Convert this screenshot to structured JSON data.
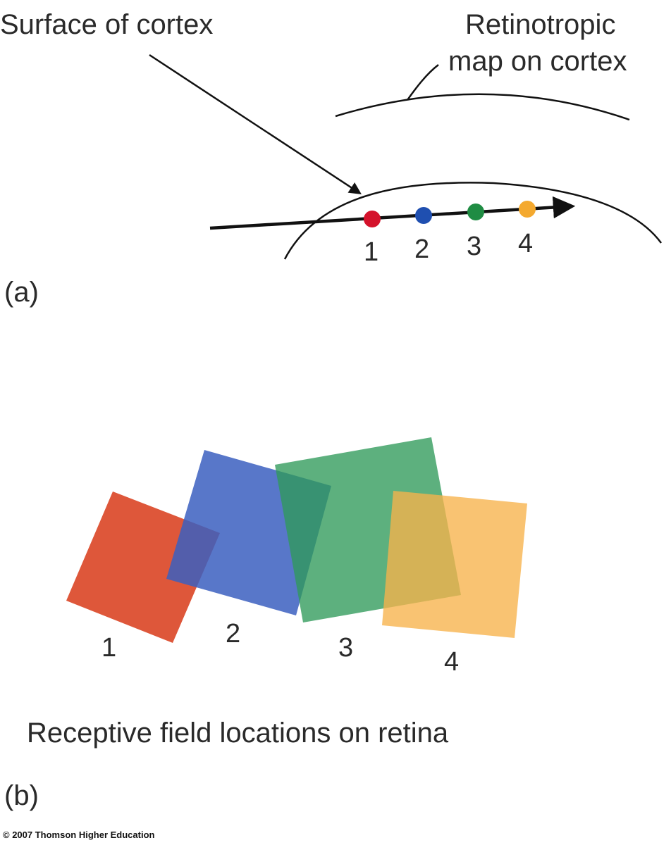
{
  "panel_a": {
    "panel_label": "(a)",
    "surface_label": "Surface of cortex",
    "map_label_line1": "Retinotropic",
    "map_label_line2": "map on cortex",
    "points": [
      {
        "label": "1",
        "color": "#d4122b"
      },
      {
        "label": "2",
        "color": "#1f4fb0"
      },
      {
        "label": "3",
        "color": "#1f8c43"
      },
      {
        "label": "4",
        "color": "#f4a92f"
      }
    ]
  },
  "panel_b": {
    "panel_label": "(b)",
    "caption": "Receptive field locations on retina",
    "fields": [
      {
        "label": "1",
        "color": "#d9401f"
      },
      {
        "label": "2",
        "color": "#3b5fbf"
      },
      {
        "label": "3",
        "color": "#2f9a5a"
      },
      {
        "label": "4",
        "color": "#f7b24a"
      }
    ]
  },
  "copyright": "© 2007 Thomson Higher Education"
}
